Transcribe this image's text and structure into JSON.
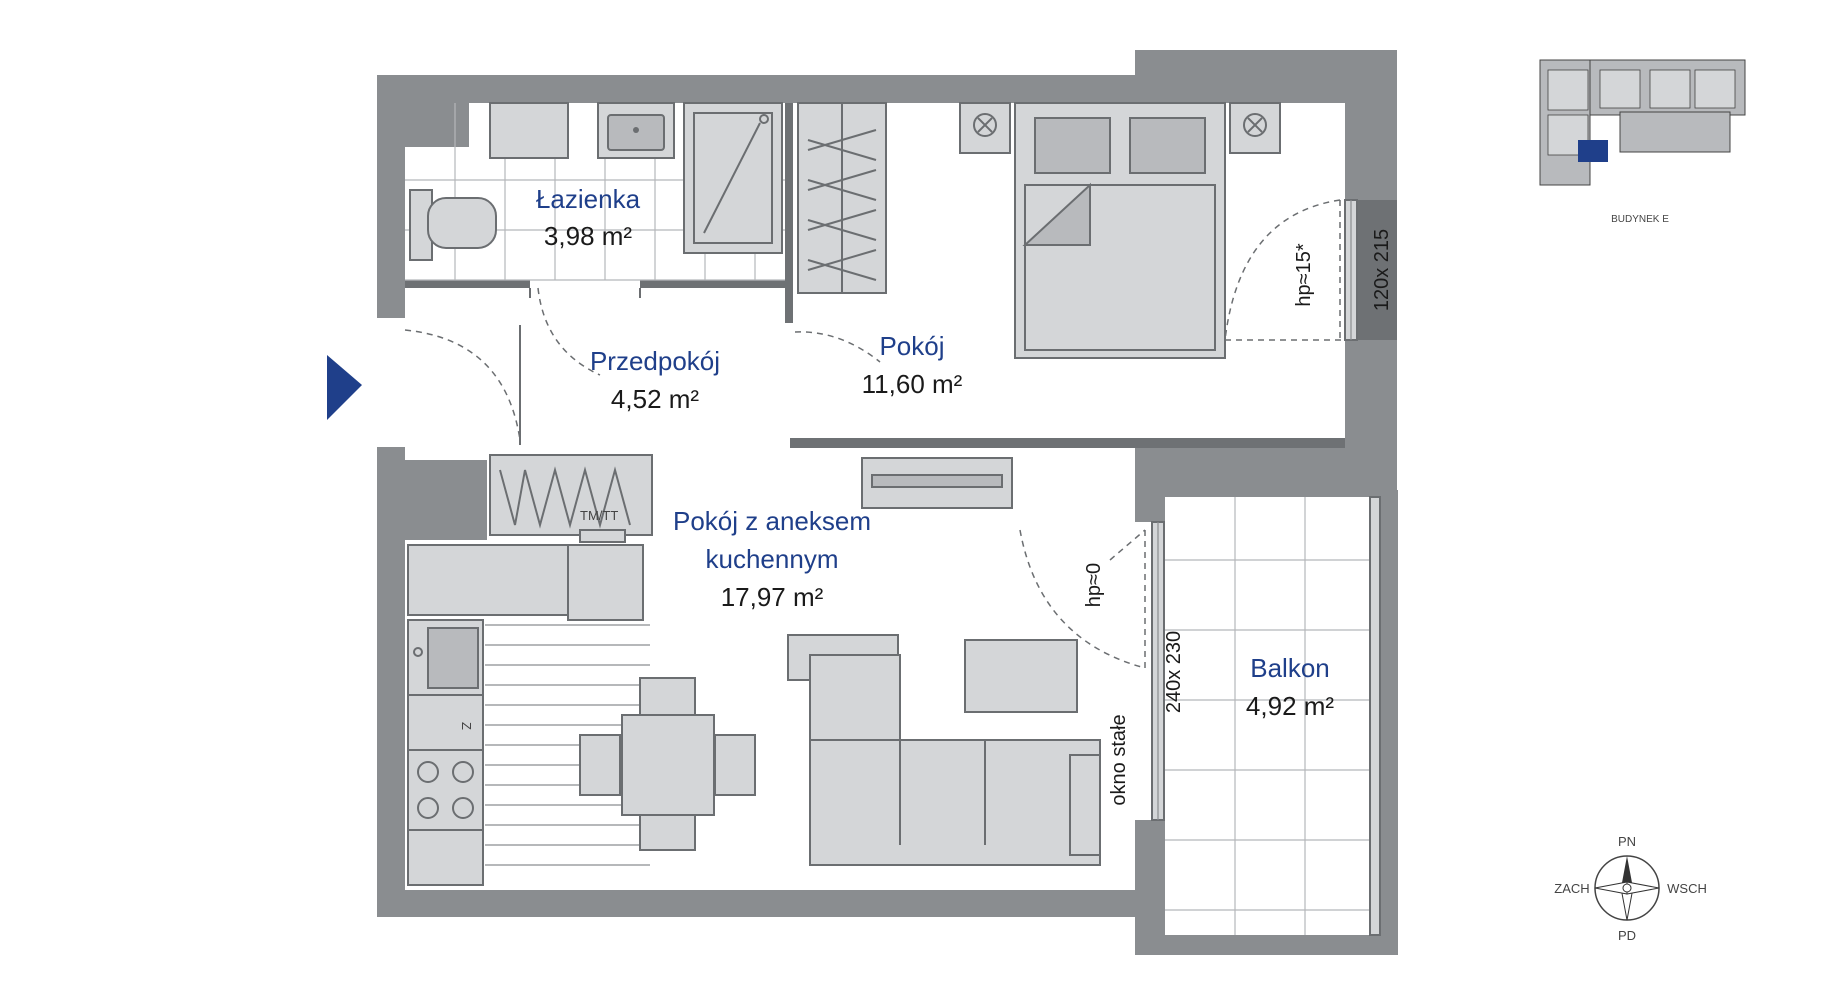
{
  "rooms": {
    "lazienka": {
      "name": "Łazienka",
      "area": "3,98 m²"
    },
    "przedpokoj": {
      "name": "Przedpokój",
      "area": "4,52 m²"
    },
    "pokoj": {
      "name": "Pokój",
      "area": "11,60 m²"
    },
    "pokoj_aneks": {
      "name_line1": "Pokój z aneksem",
      "name_line2": "kuchennym",
      "area": "17,97 m²"
    },
    "balkon": {
      "name": "Balkon",
      "area": "4,92 m²"
    }
  },
  "labels": {
    "window_bedroom_size": "120x 215",
    "window_bedroom_sill": "hp≈15*",
    "balcony_door_size": "240x 230",
    "balcony_door_sill": "hp≈0",
    "fixed_window": "okno stałe",
    "appliance_tm": "TM/TT",
    "appliance_z": "Z",
    "building": "BUDYNEK E"
  },
  "compass": {
    "north": "PN",
    "south": "PD",
    "west": "ZACH",
    "east": "WSCH"
  },
  "colors": {
    "accent": "#1f3f8a",
    "wall": "#8a8d90",
    "furniture": "#d4d6d8"
  }
}
